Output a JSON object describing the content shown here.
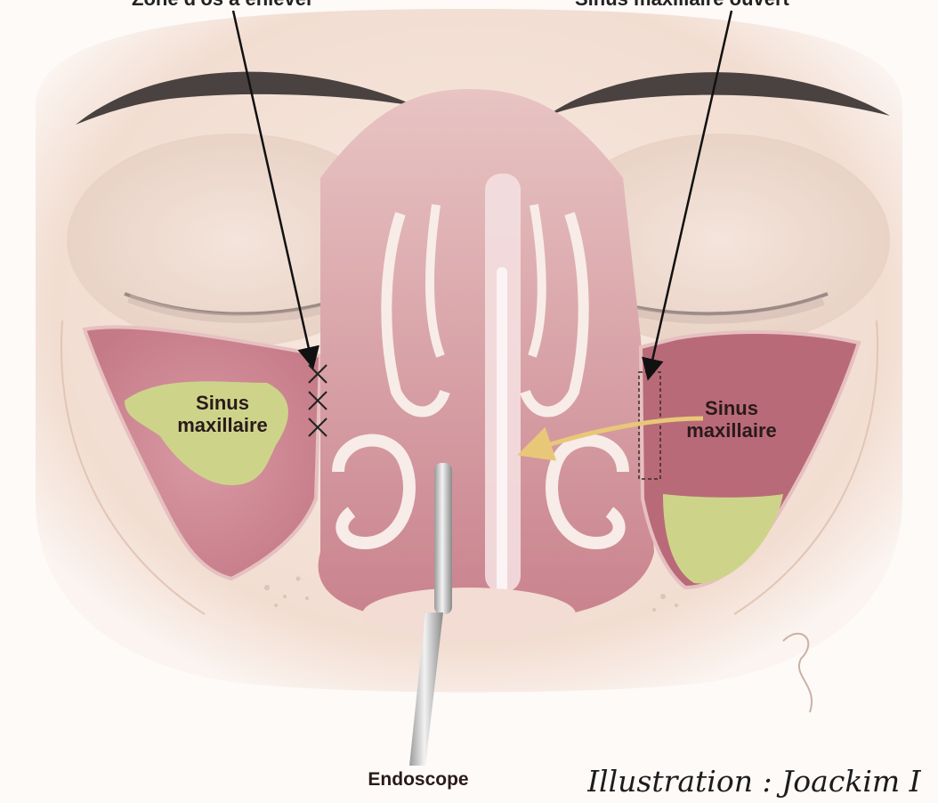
{
  "labels": {
    "top_left": "Zone d'os à enlever",
    "top_right": "Sinus maxillaire ouvert",
    "sinus_left": [
      "Sinus",
      "maxillaire"
    ],
    "sinus_right": [
      "Sinus",
      "maxillaire"
    ],
    "endoscope": "Endoscope"
  },
  "credit": "Illustration : Joackim I",
  "colors": {
    "skin": "#f6e6dc",
    "skin_shadow": "#ead2c4",
    "tissue": "#c98a95",
    "tissue_dark": "#a8606e",
    "mucus": "#cdd48a",
    "bone": "#f7ece8",
    "brow": "#4a4240",
    "arrow": "#111111",
    "flow_arrow": "#e8c878"
  }
}
